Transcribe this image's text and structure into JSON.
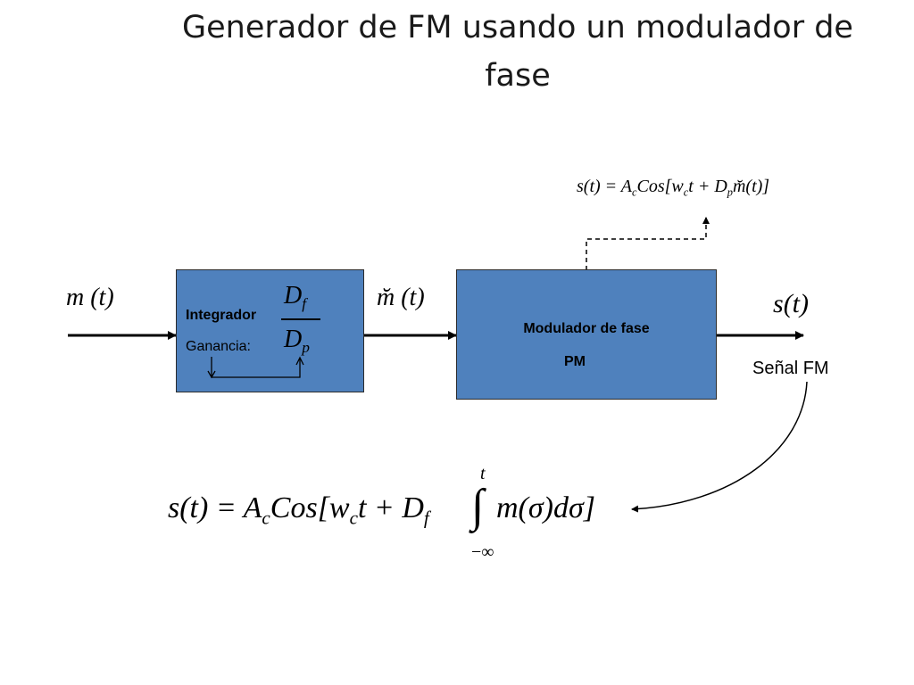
{
  "title": {
    "line1": "Generador de FM usando un modulador de",
    "line2": "fase"
  },
  "input_signal": {
    "m": "m",
    "paren_t": "(t)"
  },
  "integrator": {
    "label": "Integrador",
    "gain_label": "Ganancia:",
    "numerator": "D",
    "numerator_sub": "f",
    "denominator": "D",
    "denominator_sub": "p"
  },
  "integrated_signal": {
    "m": "m̆",
    "paren_t": "(t)"
  },
  "modulator": {
    "line1": "Modulador de fase",
    "line2": "PM"
  },
  "output_signal": {
    "s": "s",
    "paren_t": "(t)"
  },
  "output_caption": "Señal FM",
  "pm_equation": {
    "lhs": "s(t) = A",
    "A_sub": "c",
    "cos": "Cos[w",
    "w_sub": "c",
    "mid": "t + D",
    "D_sub": "p",
    "rest": "m̆(t)]"
  },
  "fm_equation": {
    "lhs": "s(t) = A",
    "A_sub": "c",
    "cos": "Cos[w",
    "w_sub": "c",
    "mid": "t + D",
    "D_sub": "f",
    "integral_sign": "∫",
    "upper_limit": "t",
    "lower_limit": "−∞",
    "integrand": "m(σ)dσ]"
  },
  "colors": {
    "block_fill": "#4f81bd",
    "block_border": "#2b2b2b",
    "lines": "#000000"
  }
}
